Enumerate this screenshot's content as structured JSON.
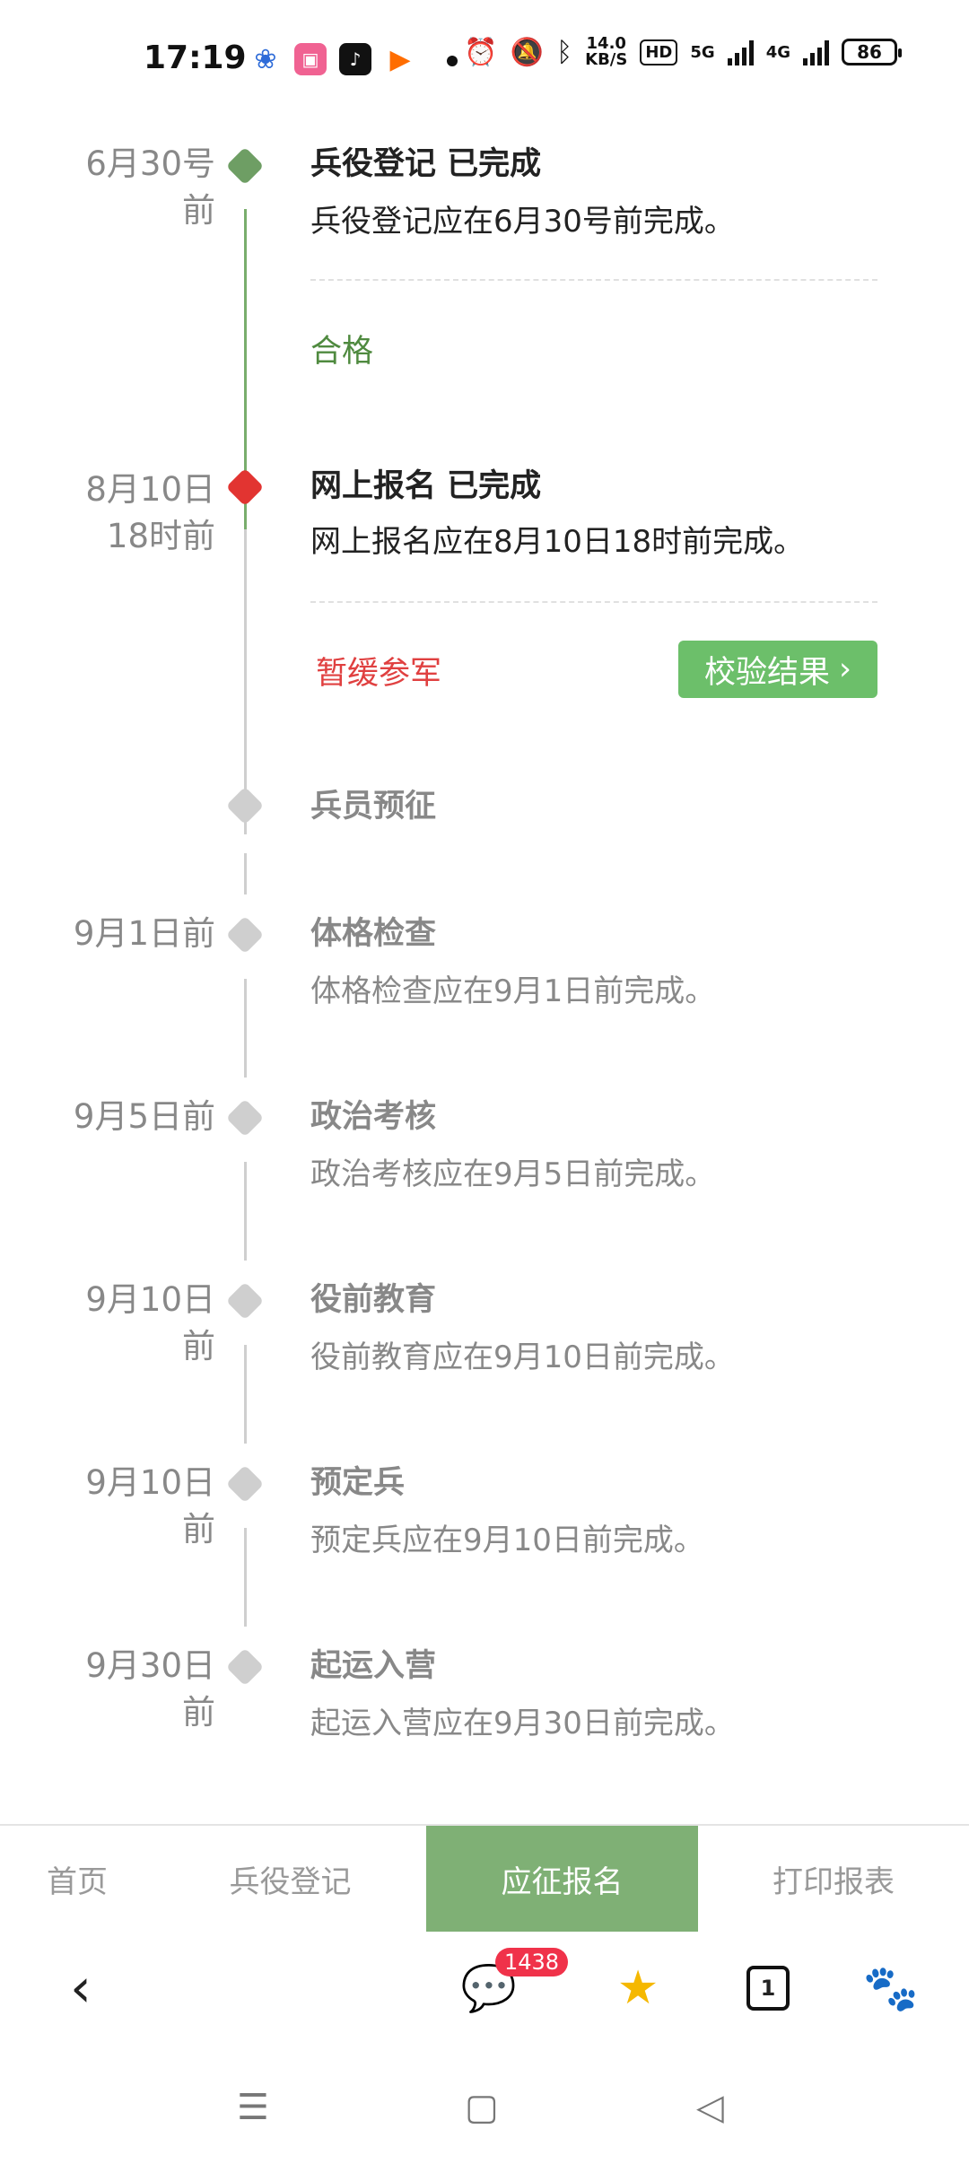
{
  "status_bar": {
    "time": "17:19",
    "net_speed": "14.0",
    "net_speed_unit": "KB/S",
    "hd_label": "HD",
    "network_5g": "5G",
    "network_4g": "4G",
    "battery": "86"
  },
  "timeline": [
    {
      "date": "6月30号前",
      "title": "兵役登记 已完成",
      "desc": "兵役登记应在6月30号前完成。",
      "result": "合格",
      "status": "green"
    },
    {
      "date": "8月10日18时前",
      "title": "网上报名 已完成",
      "desc": "网上报名应在8月10日18时前完成。",
      "result": "暂缓参军",
      "button": "校验结果",
      "status": "red"
    },
    {
      "date": "",
      "title": "兵员预征",
      "desc": "",
      "status": "pending"
    },
    {
      "date": "9月1日前",
      "title": "体格检查",
      "desc": "体格检查应在9月1日前完成。",
      "status": "pending"
    },
    {
      "date": "9月5日前",
      "title": "政治考核",
      "desc": "政治考核应在9月5日前完成。",
      "status": "pending"
    },
    {
      "date": "9月10日前",
      "title": "役前教育",
      "desc": "役前教育应在9月10日前完成。",
      "status": "pending"
    },
    {
      "date": "9月10日前",
      "title": "预定兵",
      "desc": "预定兵应在9月10日前完成。",
      "status": "pending"
    },
    {
      "date": "9月30日前",
      "title": "起运入营",
      "desc": "起运入营应在9月30日前完成。",
      "status": "pending"
    }
  ],
  "dates_split": {
    "d0a": "6月30号",
    "d0b": "前",
    "d1a": "8月10日",
    "d1b": "18时前",
    "d5a": "9月10日",
    "d5b": "前",
    "d6a": "9月10日",
    "d6b": "前",
    "d7a": "9月30日",
    "d7b": "前"
  },
  "tabs": [
    "首页",
    "兵役登记",
    "应征报名",
    "打印报表"
  ],
  "active_tab": "应征报名",
  "browser_bar": {
    "message_badge": "1438",
    "tab_count": "1"
  },
  "colors": {
    "accent_green": "#7fb075",
    "done_green": "#6e9e64",
    "alert_red": "#e23431",
    "pending_gray": "#cfcfcf"
  }
}
